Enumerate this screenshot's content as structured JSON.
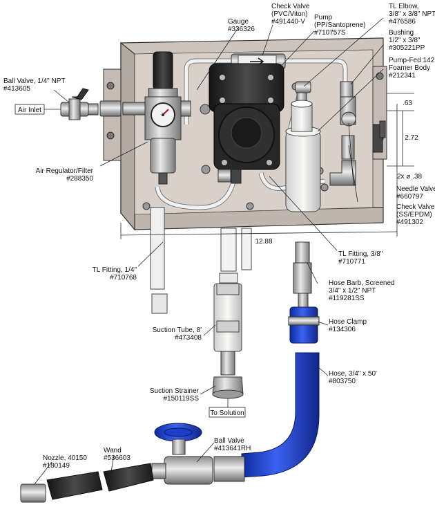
{
  "callouts": {
    "check_valve_top": [
      "Check Valve",
      "(PVC/Viton)",
      "#491440-V"
    ],
    "gauge": [
      "Gauge",
      "#336326"
    ],
    "pump": [
      "Pump",
      "(PP/Santoprene)",
      "#710757S"
    ],
    "tl_elbow": [
      "TL Elbow,",
      "3/8\" x 3/8\" NPT",
      "#476586"
    ],
    "bushing": [
      "Bushing",
      "1/2\" x 3/8\"",
      "#305221PP"
    ],
    "pump_fed": [
      "Pump-Fed 142",
      "Foamer Body",
      "#212341"
    ],
    "ball_valve_quarter": [
      "Ball Valve, 1/4\" NPT",
      "#413605"
    ],
    "air_regulator": [
      "Air Regulator/Filter",
      "#288350"
    ],
    "needle_valve": [
      "Needle Valve",
      "#660797"
    ],
    "check_valve_ss": [
      "Check Valve",
      "(SS/EPDM)",
      "#491302"
    ],
    "tl_fitting_38": [
      "TL Fitting, 3/8\"",
      "#710771"
    ],
    "tl_fitting_14": [
      "TL Fitting, 1/4\"",
      "#710768"
    ],
    "hose_barb": [
      "Hose Barb, Screened",
      "3/4\" x 1/2\" NPT",
      "#119281SS"
    ],
    "hose_clamp": [
      "Hose Clamp",
      "#134306"
    ],
    "suction_tube": [
      "Suction Tube, 8'",
      "#473408"
    ],
    "hose": [
      "Hose, 3/4\" x 50'",
      "#803750"
    ],
    "suction_strainer": [
      "Suction Strainer",
      "#150119SS"
    ],
    "nozzle": [
      "Nozzle, 40150",
      "#180149"
    ],
    "wand": [
      "Wand",
      "#536603"
    ],
    "ball_valve_rh": [
      "Ball Valve",
      "#413641RH"
    ]
  },
  "boxed_labels": {
    "air_inlet": "Air Inlet",
    "to_solution": "To Solution"
  },
  "dimensions": {
    "width": "12.88",
    "top_offset": ".63",
    "hole_spacing": "2.72",
    "hole_dia": "2x ⌀ .38"
  },
  "colors": {
    "enclosure": "#c9c0b8",
    "hose_blue": "#1d3fc8",
    "valve_blue": "#1e4fd6",
    "pump_black": "#2a2a2a",
    "metal": "#b8b8b8"
  }
}
